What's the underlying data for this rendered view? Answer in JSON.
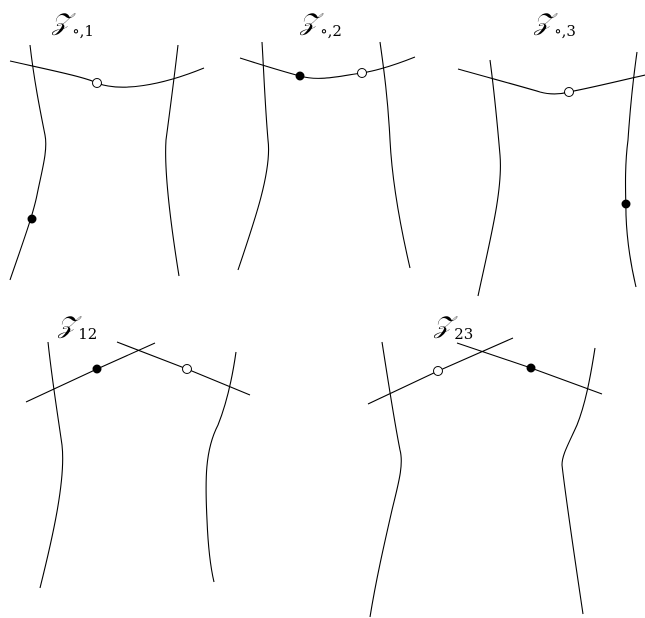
{
  "diagram": {
    "panels": [
      {
        "id": "z-o-1",
        "symbol": "𝒵",
        "subscript": "∘,1"
      },
      {
        "id": "z-o-2",
        "symbol": "𝒵",
        "subscript": "∘,2"
      },
      {
        "id": "z-o-3",
        "symbol": "𝒵",
        "subscript": "∘,3"
      },
      {
        "id": "z-12",
        "symbol": "𝒵",
        "subscript": "12"
      },
      {
        "id": "z-23",
        "symbol": "𝒵",
        "subscript": "23"
      }
    ],
    "colors": {
      "stroke": "#000000",
      "open_point": "#ffffff",
      "filled_point": "#000000"
    }
  }
}
